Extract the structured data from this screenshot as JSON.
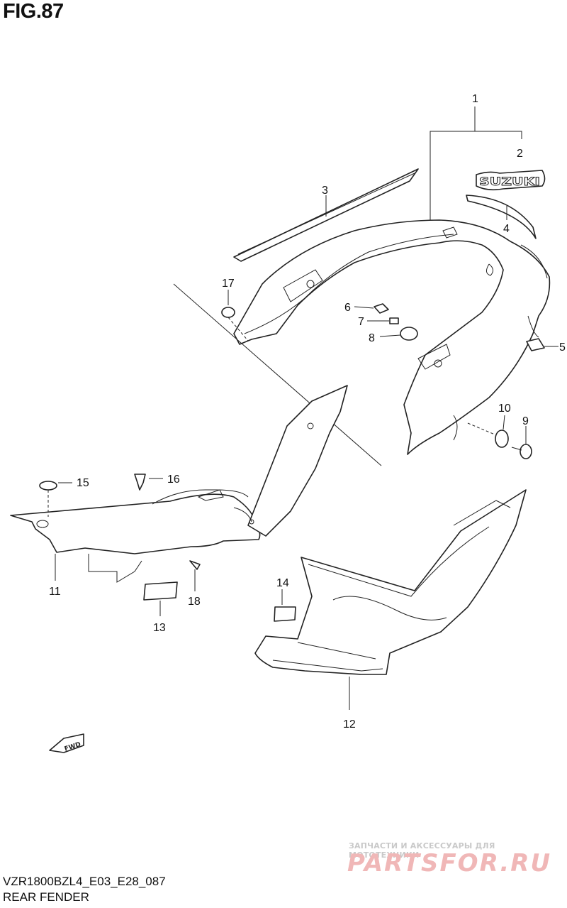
{
  "figure": {
    "title": "FIG.87",
    "model_code": "VZR1800BZL4_E03_E28_087",
    "section_name": "REAR FENDER"
  },
  "callouts": [
    {
      "id": "1",
      "label": "1"
    },
    {
      "id": "2",
      "label": "2"
    },
    {
      "id": "3",
      "label": "3"
    },
    {
      "id": "4",
      "label": "4"
    },
    {
      "id": "5",
      "label": "5"
    },
    {
      "id": "6",
      "label": "6"
    },
    {
      "id": "7",
      "label": "7"
    },
    {
      "id": "8",
      "label": "8"
    },
    {
      "id": "9",
      "label": "9"
    },
    {
      "id": "10",
      "label": "10"
    },
    {
      "id": "11",
      "label": "11"
    },
    {
      "id": "12",
      "label": "12"
    },
    {
      "id": "13",
      "label": "13"
    },
    {
      "id": "14",
      "label": "14"
    },
    {
      "id": "15",
      "label": "15"
    },
    {
      "id": "16",
      "label": "16"
    },
    {
      "id": "17",
      "label": "17"
    },
    {
      "id": "18",
      "label": "18"
    }
  ],
  "emblem": {
    "text": "SUZUKI"
  },
  "direction_arrow": {
    "text": "FWD"
  },
  "watermark": {
    "tagline": "ЗАПЧАСТИ И АКСЕССУАРЫ ДЛЯ МОТОТЕХНИКИ",
    "logo": "PARTSFOR.RU"
  },
  "colors": {
    "line": "#222222",
    "background": "#ffffff",
    "watermark_logo": "#f0b7b7",
    "watermark_text": "#c9c9c9"
  }
}
